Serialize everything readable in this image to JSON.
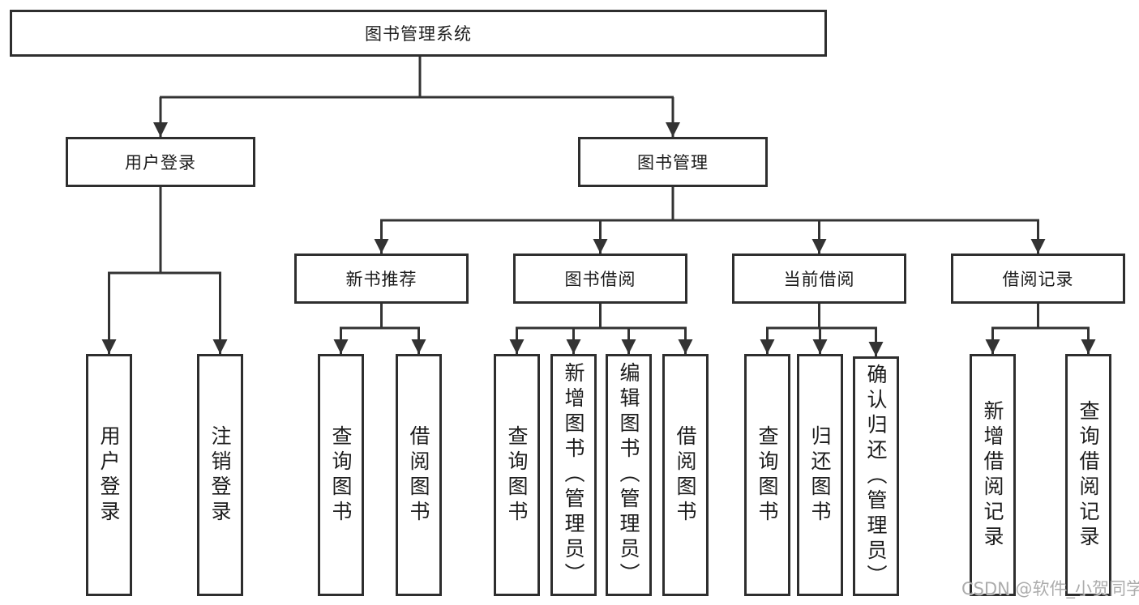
{
  "diagram": {
    "title": "图书管理系统",
    "branches": [
      {
        "label": "用户登录",
        "leaves": [
          {
            "label": "用户登录"
          },
          {
            "label": "注销登录"
          }
        ]
      },
      {
        "label": "图书管理",
        "groups": [
          {
            "label": "新书推荐",
            "leaves": [
              {
                "label": "查询图书"
              },
              {
                "label": "借阅图书"
              }
            ]
          },
          {
            "label": "图书借阅",
            "leaves": [
              {
                "label": "查询图书"
              },
              {
                "label": "新增图书（管理员）"
              },
              {
                "label": "编辑图书（管理员）"
              },
              {
                "label": "借阅图书"
              }
            ]
          },
          {
            "label": "当前借阅",
            "leaves": [
              {
                "label": "查询图书"
              },
              {
                "label": "归还图书"
              },
              {
                "label": "确认归还（管理员）"
              }
            ]
          },
          {
            "label": "借阅记录",
            "leaves": [
              {
                "label": "新增借阅记录"
              },
              {
                "label": "查询借阅记录"
              }
            ]
          }
        ]
      }
    ]
  },
  "watermark": "CSDN @软件_小贺同学",
  "colors": {
    "line": "#333333",
    "box_border": "#2e2e2e",
    "box_fill": "#ffffff",
    "text": "#1c1c1c",
    "watermark": "#9e9e9e"
  }
}
